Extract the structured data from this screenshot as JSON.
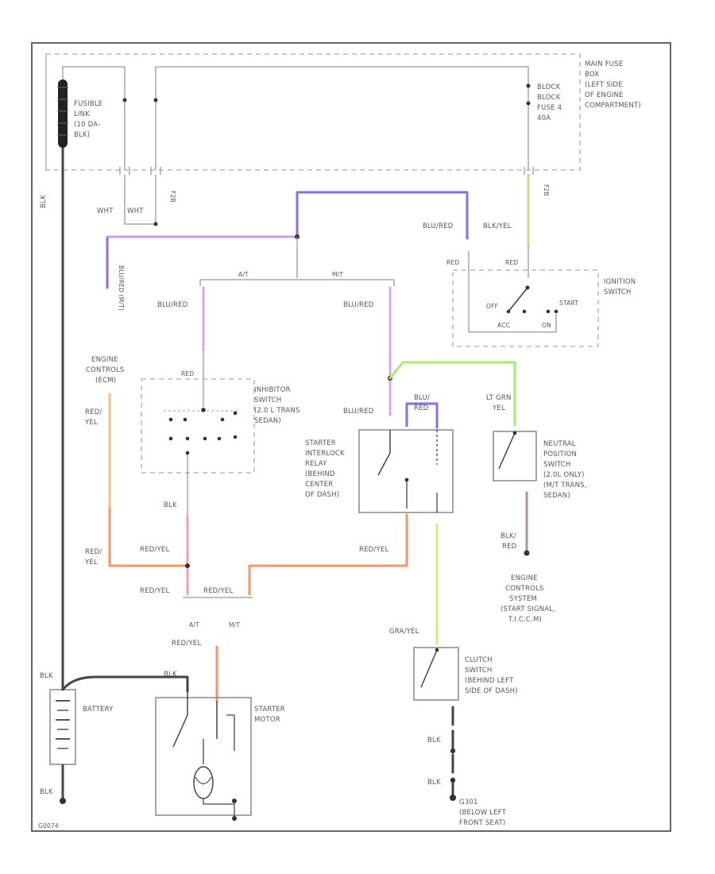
{
  "colors": {
    "red_yel": "#f4956a",
    "pink": "#f2a2b8",
    "blu_red": "#8a6cf0",
    "blu_red_light": "#c9a0e6",
    "lt_grn_yel": "#a6ee6a",
    "gra_yel": "#ccf07a",
    "blk_yel": "#c9d98a",
    "blk_red": "#b88f98",
    "blk": "#444444",
    "frame": "#555555"
  },
  "labels": {
    "main_fuse_box": [
      "MAIN FUSE",
      "BOX",
      "(LEFT SIDE",
      "OF ENGINE",
      "COMPARTMENT)"
    ],
    "fusible_link": [
      "FUSIBLE",
      "LINK",
      "(10 DA-",
      "BLK)"
    ],
    "block_fuse": [
      "BLOCK",
      "BLOCK",
      "FUSE 4",
      "40A"
    ],
    "wht_1": "WHT",
    "wht_2": "WHT",
    "f2b_left": "F2B",
    "f2b_right": "F2B",
    "blk_left": "BLK",
    "blu_red_top": "BLU/RED",
    "blk_yel_top": "BLK/YEL",
    "blu_red_vertical": "BLU/RED (M/T)",
    "ignition_switch": [
      "IGNITION",
      "SWITCH"
    ],
    "ign_red": "RED",
    "ign_red2": "RED",
    "ign_off": "OFF",
    "ign_start": "START",
    "ign_acc": "ACC",
    "ign_on": "ON",
    "at_top": "A/T",
    "mt_top": "M/T",
    "blu_red_left": "BLU/RED",
    "blu_red_mid": "BLU/RED",
    "blu_red_lower": "BLU/RED",
    "engine_controls": [
      "ENGINE",
      "CONTROLS",
      "(ECM)"
    ],
    "inhibitor_switch": [
      "INHIBITOR",
      "SWITCH",
      "(2.0 L TRANS",
      "SEDAN)"
    ],
    "inh_red": "RED",
    "red_yel_ecm": [
      "RED/",
      "YEL"
    ],
    "blu_red_relay": [
      "BLU/",
      "RED"
    ],
    "starter_interlock_relay": [
      "STARTER",
      "INTERLOCK",
      "RELAY",
      "(BEHIND",
      "CENTER",
      "OF DASH)"
    ],
    "lt_grn_yel": [
      "LT GRN",
      "YEL"
    ],
    "neutral_position_switch": [
      "NEUTRAL",
      "POSITION",
      "SWITCH",
      "(2.0L ONLY)",
      "(M/T TRANS,",
      "SEDAN)"
    ],
    "blk_left_inh": "BLK",
    "red_yel_left": [
      "RED/",
      "YEL"
    ],
    "red_yel_mid": "RED/YEL",
    "red_yel_right": "RED/YEL",
    "red_yel_at": "RED/YEL",
    "red_yel_mt": "RED/YEL",
    "blk_red": [
      "BLK/",
      "RED"
    ],
    "engine_control_system": [
      "ENGINE",
      "CONTROLS",
      "SYSTEM",
      "(START SIGNAL,",
      "T.I.C.C.M)"
    ],
    "at_bottom": "A/T",
    "mt_bottom": "M/T",
    "red_yel_bottom": "RED/YEL",
    "gra_yel": "GRA/YEL",
    "clutch_switch": [
      "CLUTCH",
      "SWITCH",
      "(BEHIND LEFT",
      "SIDE OF DASH)"
    ],
    "blk_battery_top": "BLK",
    "blk_battery_wire": "BLK",
    "battery": "BATTERY",
    "starter_motor": [
      "STARTER",
      "MOTOR"
    ],
    "blk_1": "BLK",
    "blk_2": "BLK",
    "blk_battery_bottom": "BLK",
    "ground": [
      "G301",
      "(BELOW LEFT",
      "FRONT SEAT)"
    ],
    "diagram_id": "G0074"
  }
}
